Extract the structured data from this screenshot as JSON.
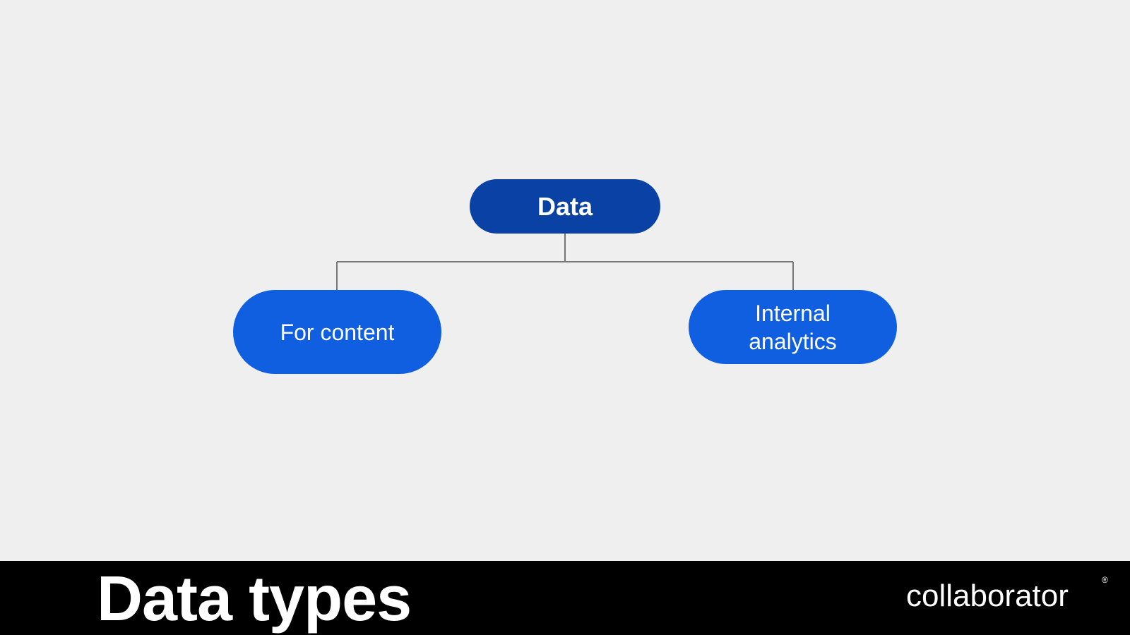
{
  "colors": {
    "background": "#efefef",
    "root_node": "#0941a5",
    "child_node": "#0f5fe0",
    "connector": "#777777",
    "footer": "#000000",
    "footer_text": "#ffffff"
  },
  "diagram": {
    "root": {
      "label": "Data"
    },
    "children": [
      {
        "label": "For content"
      },
      {
        "label": "Internal analytics"
      }
    ]
  },
  "footer": {
    "title": "Data types",
    "logo": "collaborator",
    "logo_mark": "®"
  }
}
